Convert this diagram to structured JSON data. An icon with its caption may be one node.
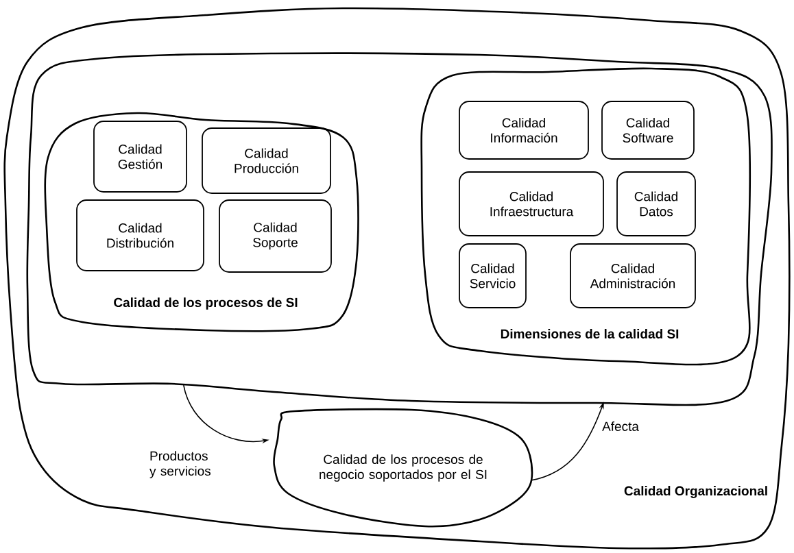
{
  "diagram": {
    "nodes": [
      {
        "text": [
          "Calidad Organizacional"
        ]
      },
      {
        "text": [],
        "shape": "cloud",
        "in": 0
      },
      {
        "text": [
          "Calidad de los procesos de SI"
        ],
        "in": 1
      },
      {
        "text": [
          "Calidad Gestión"
        ],
        "in": 2
      },
      {
        "text": [
          "Calidad Producción"
        ],
        "in": 2
      },
      {
        "text": [
          "Calidad Distribución"
        ],
        "in": 2
      },
      {
        "text": [
          "Calidad Soporte"
        ],
        "in": 2
      },
      {
        "text": [
          "Dimensiones de la calidad SI"
        ],
        "in": 1
      },
      {
        "text": [
          "Calidad Información"
        ],
        "in": 7
      },
      {
        "text": [
          "Calidad Software"
        ],
        "in": 7
      },
      {
        "text": [
          "Calidad Infraestructura"
        ],
        "in": 7
      },
      {
        "text": [
          "Calidad Datos"
        ],
        "in": 7
      },
      {
        "text": [
          "Calidad Servicio"
        ],
        "in": 7
      },
      {
        "text": [
          "Calidad Administración"
        ],
        "in": 7
      },
      {
        "text": [
          "Calidad de los procesos de negocio soportados por el SI"
        ],
        "in": 0
      }
    ],
    "edges": [
      {
        "from": 1,
        "to": 14,
        "arrow": "to",
        "label": "Productos y servicios"
      },
      {
        "from": 14,
        "to": 1,
        "arrow": "to",
        "label": "Afecta"
      }
    ]
  }
}
